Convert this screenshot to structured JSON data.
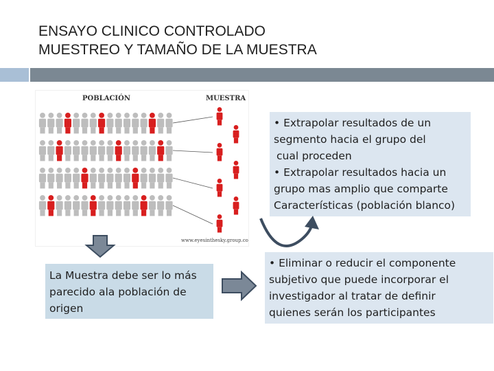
{
  "slide": {
    "title_line1": "ENSAYO CLINICO CONTROLADO",
    "title_line2": "MUESTREO Y TAMAÑO DE LA MUESTRA"
  },
  "figure": {
    "poblacion_label": "POBLACIÓN",
    "muestra_label": "MUESTRA",
    "watermark": "www.eyesinthesky.group.com"
  },
  "box_extrapolar": {
    "lines": [
      "• Extrapolar resultados de un",
      "segmento  hacia el grupo del",
      " cual proceden",
      "• Extrapolar resultados hacia un",
      "grupo mas amplio que comparte",
      "Características (población blanco)"
    ]
  },
  "box_muestra": {
    "lines": [
      "La Muestra debe ser lo más",
      "parecido ala población de",
      "origen"
    ]
  },
  "box_eliminar": {
    "lines": [
      "• Eliminar o reducir  el componente",
      "subjetivo  que puede incorporar el",
      "investigador al tratar  de definir",
      "quienes serán los participantes"
    ]
  },
  "colors": {
    "band_light": "#a9bfd6",
    "band_dark": "#7b8893",
    "box_fill": "#dce6f0",
    "arrow_fill": "#7b8897",
    "arrow_stroke": "#3d4d60",
    "figure_red": "#d81f1f",
    "figure_gray": "#bdbdbd"
  }
}
